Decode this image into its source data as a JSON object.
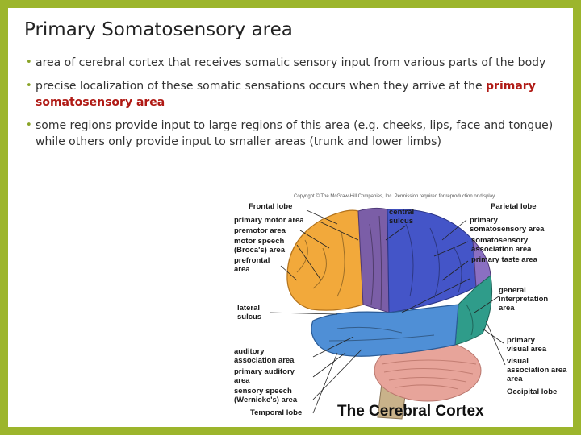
{
  "title": "Primary Somatosensory area",
  "bullets": [
    {
      "text": "area of cerebral cortex that receives somatic sensory input from various parts of the body"
    },
    {
      "text": "precise localization of these somatic sensations occurs when they arrive at the ",
      "highlight": "primary somatosensory area"
    },
    {
      "text": "some regions provide input to large regions of this area (e.g. cheeks, lips, face and tongue) while others only provide input to smaller areas (trunk and lower limbs)"
    }
  ],
  "figure": {
    "copyright": "Copyright © The McGraw-Hill Companies, Inc. Permission required for reproduction or display.",
    "labels": {
      "frontal_lobe": "Frontal lobe",
      "primary_motor_area": "primary motor area",
      "premotor_area": "premotor area",
      "motor_speech": "motor speech",
      "brocas_area": "(Broca's) area",
      "prefrontal": "prefrontal",
      "area": "area",
      "lateral": "lateral",
      "sulcus": "sulcus",
      "auditory": "auditory",
      "association_area": "association area",
      "primary_auditory": "primary auditory",
      "sensory_speech": "sensory speech",
      "wernickes_area": "(Wernicke's) area",
      "temporal_lobe": "Temporal lobe",
      "central": "central",
      "parietal_lobe": "Parietal lobe",
      "primary": "primary",
      "somatosensory_area": "somatosensory area",
      "somatosensory": "somatosensory",
      "primary_taste_area": "primary taste area",
      "general": "general",
      "interpretation": "interpretation",
      "visual_area": "visual area",
      "visual": "visual",
      "occipital_lobe": "Occipital lobe"
    },
    "caption": "The Cerebral Cortex"
  },
  "colors": {
    "frame": "#9cb52c",
    "bullet": "#8aa428",
    "highlight": "#b01a15",
    "frontal": "#f2a93b",
    "motor": "#7b5ea7",
    "somatosensory": "#4455c8",
    "temporal": "#4f8fd6",
    "occipital": "#2f9c8a",
    "cerebellum": "#e7a49a"
  }
}
